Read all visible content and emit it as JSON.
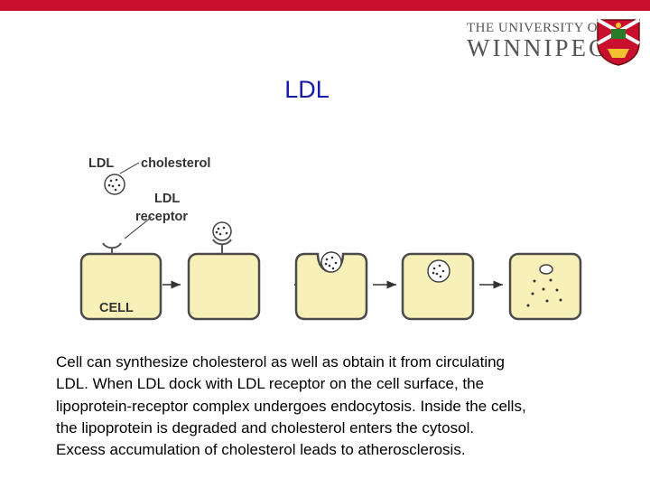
{
  "header": {
    "logo": {
      "line1": "THE UNIVERSITY OF",
      "line2": "WINNIPEG"
    }
  },
  "slide": {
    "title": "LDL"
  },
  "diagram": {
    "labels": {
      "ldl": "LDL",
      "cholesterol": "cholesterol",
      "ldl_receptor_line1": "LDL",
      "ldl_receptor_line2": "receptor",
      "cell": "CELL"
    },
    "colors": {
      "cell_fill": "#f7f1b9",
      "cell_stroke": "#4a4a4a",
      "arrow": "#333333"
    }
  },
  "body": {
    "lines": [
      "Cell can synthesize cholesterol as well as obtain it from circulating",
      "LDL. When LDL dock with LDL receptor on the cell surface, the",
      "lipoprotein-receptor complex undergoes endocytosis. Inside the cells,",
      "the lipoprotein is degraded and cholesterol enters the cytosol.",
      "Excess accumulation of cholesterol leads to atherosclerosis."
    ]
  },
  "theme": {
    "accent_bar": "#c8102e",
    "title_color": "#1a1aaa"
  }
}
